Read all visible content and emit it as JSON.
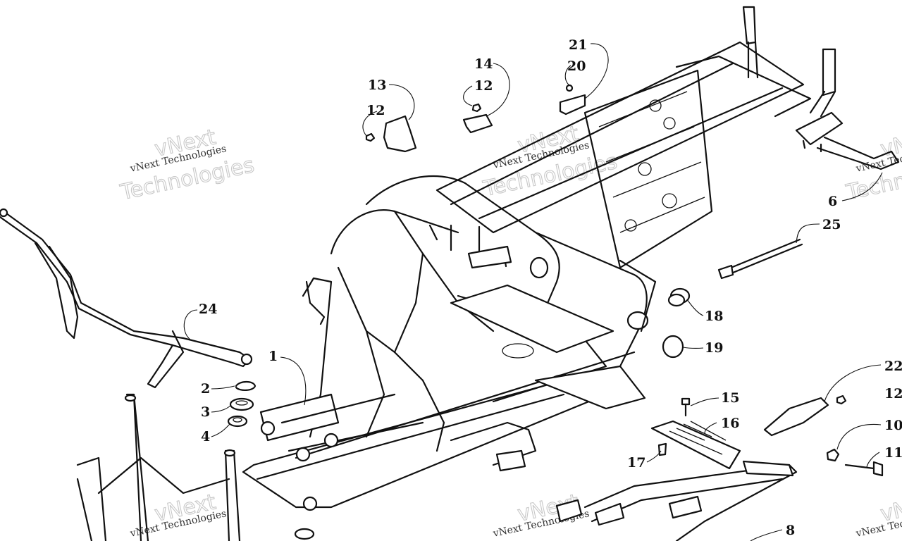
{
  "watermark": {
    "small": "vNext Technologies",
    "big_top": "vNext",
    "big_bottom": "Technologies"
  },
  "callouts": {
    "c1": "1",
    "c2": "2",
    "c3": "3",
    "c4": "4",
    "c6": "6",
    "c8": "8",
    "c10": "10",
    "c11": "11",
    "c12a": "12",
    "c12b": "12",
    "c12c": "12",
    "c13": "13",
    "c14": "14",
    "c15": "15",
    "c16": "16",
    "c17": "17",
    "c18": "18",
    "c19": "19",
    "c20": "20",
    "c21": "21",
    "c22": "22",
    "c24": "24",
    "c25": "25"
  }
}
